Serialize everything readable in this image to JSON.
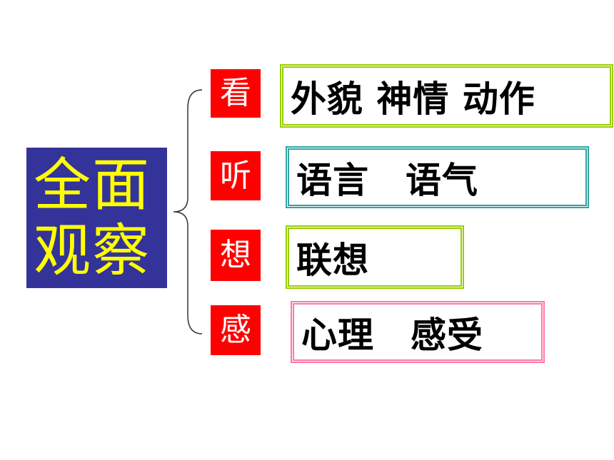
{
  "main": {
    "line1": "全面",
    "line2": "观察"
  },
  "items": [
    {
      "label": "看",
      "content": "外貌 神情 动作"
    },
    {
      "label": "听",
      "content": "语言　语气"
    },
    {
      "label": "想",
      "content": "联想"
    },
    {
      "label": "感",
      "content": "心理　感受"
    }
  ],
  "colors": {
    "main_background": "#333399",
    "main_text": "#ffff00",
    "label_background": "#ff0000",
    "label_text": "#ffffff",
    "border_green": "#99cc00",
    "border_teal": "#33a3a3",
    "border_pink": "#ff77aa"
  }
}
